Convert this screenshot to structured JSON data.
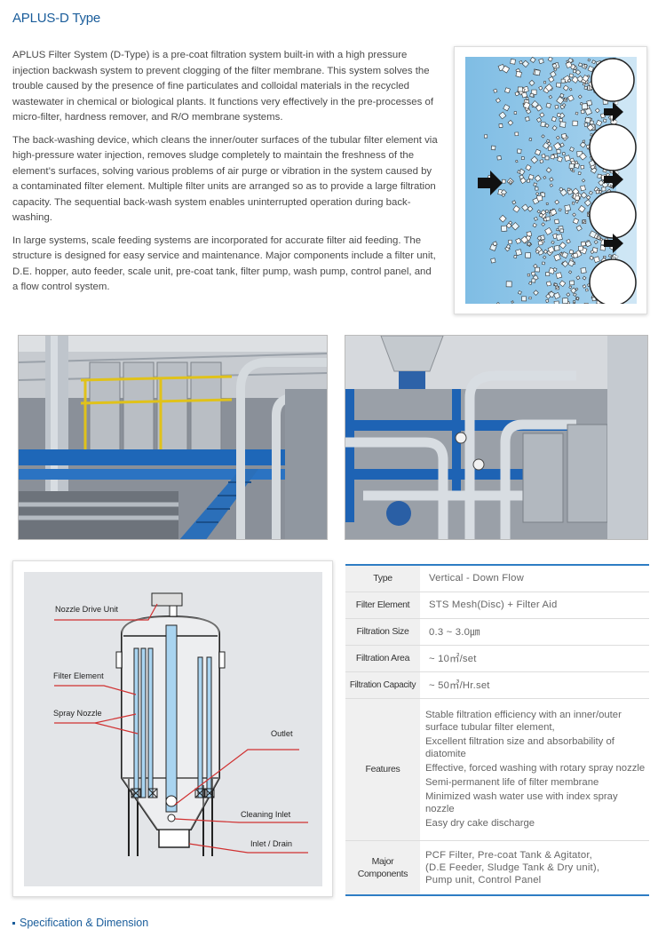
{
  "title": "APLUS-D Type",
  "paragraphs": [
    "APLUS Filter System (D-Type) is a pre-coat filtration system built-in with a high pressure injection backwash system to prevent clogging of the filter membrane. This system solves the trouble caused by the presence of fine particulates and colloidal materials in the recycled wastewater in chemical or biological plants. It functions very effectively in the pre-processes of micro-filter, hardness remover, and R/O membrane systems.",
    "The back-washing device, which cleans the inner/outer surfaces of the tubular filter element via high-pressure water injection, removes sludge completely to maintain the freshness of the element’s surfaces, solving various problems of air purge or vibration in the system caused by a contaminated filter element. Multiple filter units are arranged so as to provide a large filtration capacity. The sequential back-wash system enables uninterrupted operation during back-washing.",
    "In large systems, scale feeding systems are incorporated for accurate filter aid feeding. The structure is designed for easy service and maintenance. Major components include a filter unit, D.E. hopper, auto feeder, scale unit, pre-coat tank, filter pump, wash pump, control panel, and a flow control system."
  ],
  "diagram_labels": {
    "nozzle_drive": "Nozzle Drive Unit",
    "filter_element": "Filter Element",
    "spray_nozzle": "Spray Nozzle",
    "outlet": "Outlet",
    "cleaning_inlet": "Cleaning Inlet",
    "inlet_drain": "Inlet / Drain"
  },
  "spec": {
    "type_label": "Type",
    "type_value": "Vertical - Down Flow",
    "element_label": "Filter Element",
    "element_value": "STS Mesh(Disc) + Filter Aid",
    "size_label": "Filtration Size",
    "size_value": "0.3 ~ 3.0㎛",
    "area_label": "Filtration Area",
    "area_value": "~ 10㎡/set",
    "capacity_label": "Filtration Capacity",
    "capacity_value": "~ 50㎥/Hr.set",
    "features_label": "Features",
    "features": [
      "Stable filtration efficiency with an inner/outer surface tubular filter element,",
      "Excellent filtration size and absorbability of diatomite",
      "Effective, forced washing with rotary spray nozzle",
      "Semi-permanent life of filter membrane",
      "Minimized wash water use with index spray nozzle",
      "Easy dry cake discharge"
    ],
    "components_label_1": "Major",
    "components_label_2": "Components",
    "components": [
      "PCF Filter, Pre-coat Tank & Agitator,",
      "(D.E Feeder, Sludge Tank & Dry unit),",
      "Pump unit, Control Panel"
    ]
  },
  "section_title": "Specification & Dimension",
  "colors": {
    "title": "#1a5d9b",
    "table_rule": "#2e7dc4",
    "filter_water": "#8fc4e6",
    "diagram_water": "#a9d4f0",
    "leader_line": "#d03030"
  }
}
